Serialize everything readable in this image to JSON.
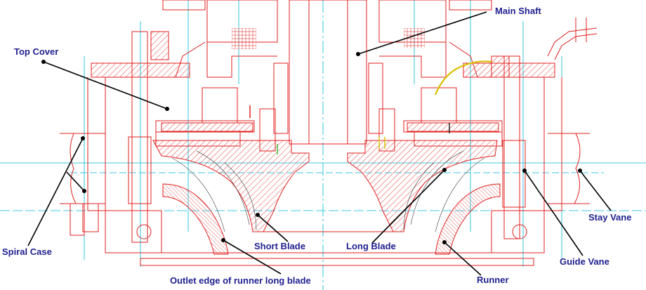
{
  "labels": {
    "main_shaft": "Main Shaft",
    "top_cover": "Top Cover",
    "spiral_case": "Spiral Case",
    "short_blade": "Short Blade",
    "long_blade": "Long Blade",
    "runner": "Runner",
    "stay_vane": "Stay Vane",
    "guide_vane": "Guide Vane",
    "outlet_edge": "Outlet edge of runner long blade"
  },
  "colors": {
    "label_text": "#1f1f8f",
    "drawing_red": "#e0201f",
    "hatch_red": "#e04040",
    "centerline_cyan": "#00b8d8",
    "leader_black": "#000000",
    "accent_yellow": "#d8c000",
    "accent_green": "#38c038"
  }
}
